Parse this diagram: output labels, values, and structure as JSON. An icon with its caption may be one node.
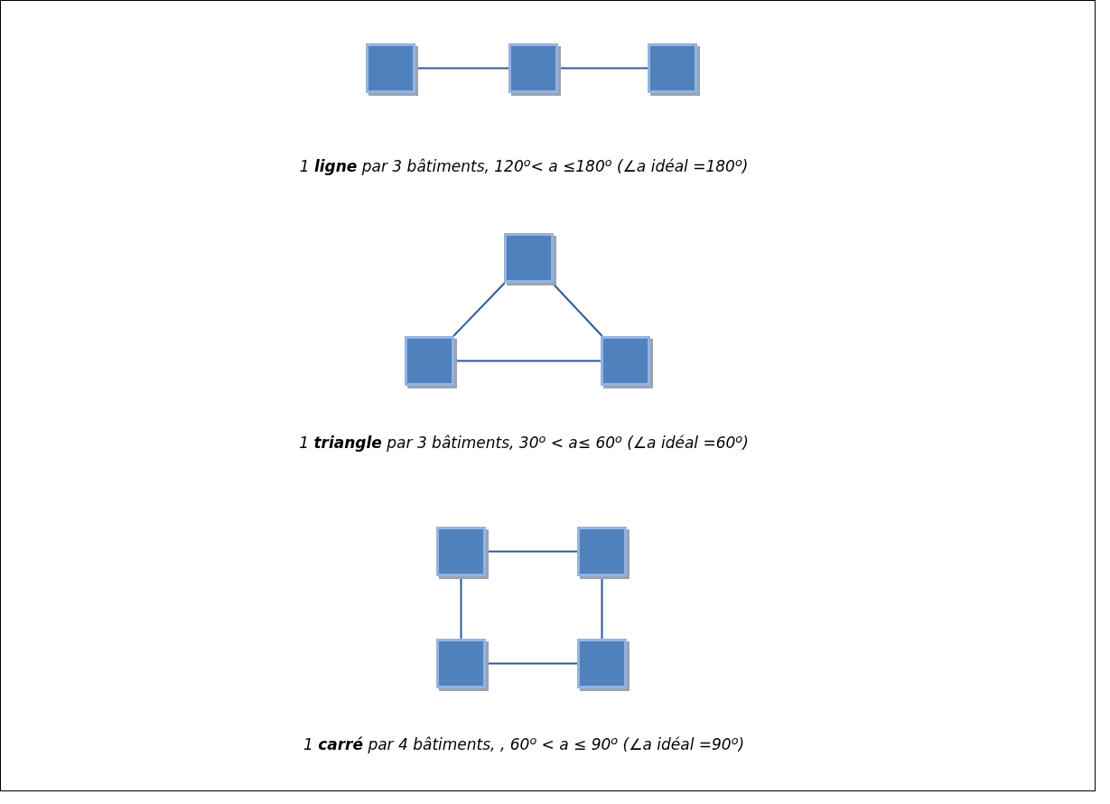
{
  "diagram": {
    "nodes": [
      {
        "text": [],
        "shape": "box"
      },
      {
        "text": [],
        "shape": "box"
      },
      {
        "text": [],
        "shape": "box"
      },
      {
        "text": [],
        "shape": "box"
      },
      {
        "text": [],
        "shape": "box"
      },
      {
        "text": [],
        "shape": "box"
      },
      {
        "text": [],
        "shape": "box"
      },
      {
        "text": [],
        "shape": "box"
      },
      {
        "text": [],
        "shape": "box"
      },
      {
        "text": [],
        "shape": "box"
      }
    ],
    "edges": [
      {
        "from": 0,
        "to": 1,
        "arrow": "none"
      },
      {
        "from": 1,
        "to": 2,
        "arrow": "none"
      },
      {
        "from": 3,
        "to": 4,
        "arrow": "none"
      },
      {
        "from": 3,
        "to": 5,
        "arrow": "none"
      },
      {
        "from": 4,
        "to": 5,
        "arrow": "none"
      },
      {
        "from": 6,
        "to": 7,
        "arrow": "none"
      },
      {
        "from": 6,
        "to": 8,
        "arrow": "none"
      },
      {
        "from": 7,
        "to": 9,
        "arrow": "none"
      },
      {
        "from": 8,
        "to": 9,
        "arrow": "none"
      }
    ],
    "labels": [
      "1 **ligne** par 3 bâtiments, 120$^{o}$< a ≤180$^{o}$ (∠a idéal =180$^{o}$)",
      "1 **triangle** par 3 bâtiments, 30$^{o}$ < a≤ 60$^{o}$ (∠a idéal =60$^{o}$)",
      "1 **carré** par 4 bâtiments, , 60$^{o}$ < a ≤ 90$^{o}$ (∠a idéal =90$^{o}$)"
    ]
  }
}
